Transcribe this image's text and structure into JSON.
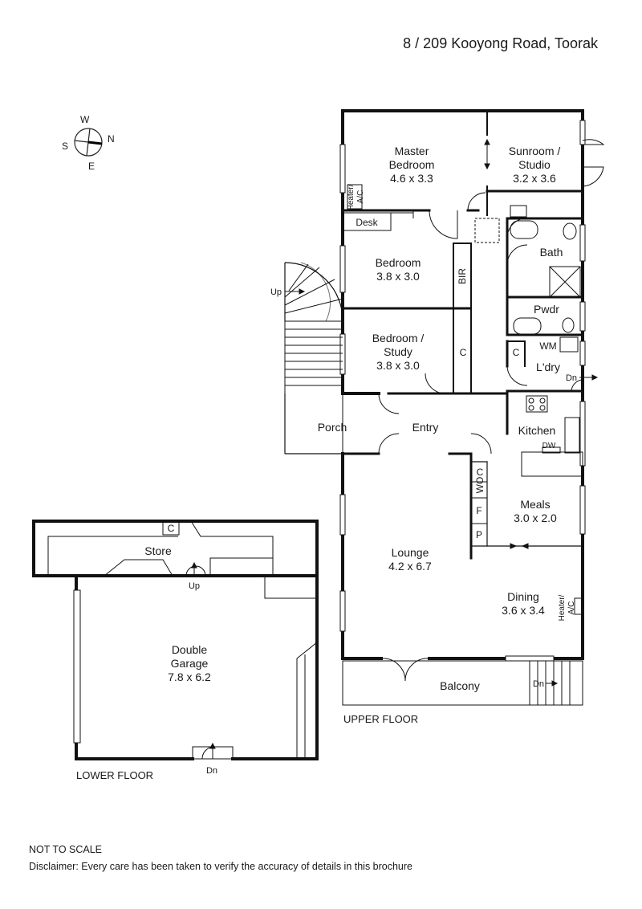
{
  "address": "8 / 209 Kooyong Road, Toorak",
  "compass": {
    "w": "W",
    "n": "N",
    "e": "E",
    "s": "S"
  },
  "floors": {
    "upper": "UPPER FLOOR",
    "lower": "LOWER FLOOR"
  },
  "rooms": {
    "master_bedroom": {
      "name_1": "Master",
      "name_2": "Bedroom",
      "size": "4.6 x 3.3"
    },
    "sunroom": {
      "name_1": "Sunroom /",
      "name_2": "Studio",
      "size": "3.2 x 3.6"
    },
    "bedroom": {
      "name": "Bedroom",
      "size": "3.8 x 3.0"
    },
    "bedroom_study": {
      "name_1": "Bedroom /",
      "name_2": "Study",
      "size": "3.8 x 3.0"
    },
    "bath": "Bath",
    "pwdr": "Pwdr",
    "ldry": "L'dry",
    "porch": "Porch",
    "entry": "Entry",
    "kitchen": "Kitchen",
    "meals": {
      "name": "Meals",
      "size": "3.0 x 2.0"
    },
    "lounge": {
      "name": "Lounge",
      "size": "4.2 x 6.7"
    },
    "dining": {
      "name": "Dining",
      "size": "3.6 x 3.4"
    },
    "balcony": "Balcony",
    "store": "Store",
    "garage": {
      "name_1": "Double",
      "name_2": "Garage",
      "size": "7.8 x 6.2"
    }
  },
  "fixtures": {
    "desk": "Desk",
    "bir": "BIR",
    "c": "C",
    "wm": "WM",
    "dw": "DW",
    "wo": "WO",
    "f": "F",
    "p": "P",
    "heater": "Heater/",
    "ac": "A/C",
    "up": "Up",
    "dn": "Dn"
  },
  "footer": {
    "scale": "NOT TO SCALE",
    "disclaimer": "Disclaimer: Every care has been taken to verify the accuracy of details in this brochure"
  }
}
